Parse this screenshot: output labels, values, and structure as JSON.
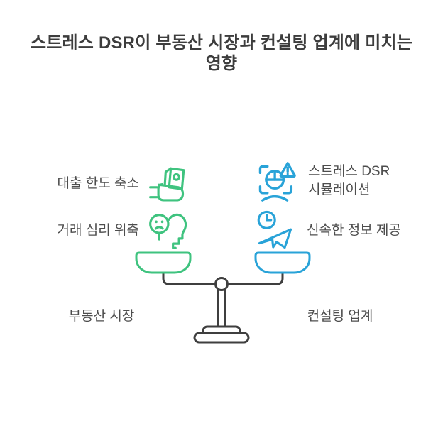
{
  "title": {
    "full": "스트레스 DSR이 부동산 시장과 컨설팅 업계에 미치는 영향",
    "lines": [
      "스트레스 DSR이 부동산 시장과 컨설팅 업계에 미치는",
      "영향"
    ]
  },
  "colors": {
    "green": "#3fc37f",
    "blue": "#29a3d8",
    "dark": "#3f3f3f",
    "title_text": "#3d3d3d",
    "item_text": "#4d4d4d"
  },
  "left": {
    "label": "부동산 시장",
    "pan_color": "#3fc37f",
    "items": [
      {
        "label": "대출 한도 축소",
        "icon": "money-in-hand-icon"
      },
      {
        "label": "거래 심리 위축",
        "icon": "sad-mind-icon"
      }
    ]
  },
  "right": {
    "label": "컨설팅 업계",
    "pan_color": "#29a3d8",
    "items": [
      {
        "label": "스트레스 DSR 시뮬레이션",
        "icon": "simulation-warning-icon"
      },
      {
        "label": "신속한 정보 제공",
        "icon": "clock-plane-icon"
      }
    ]
  }
}
